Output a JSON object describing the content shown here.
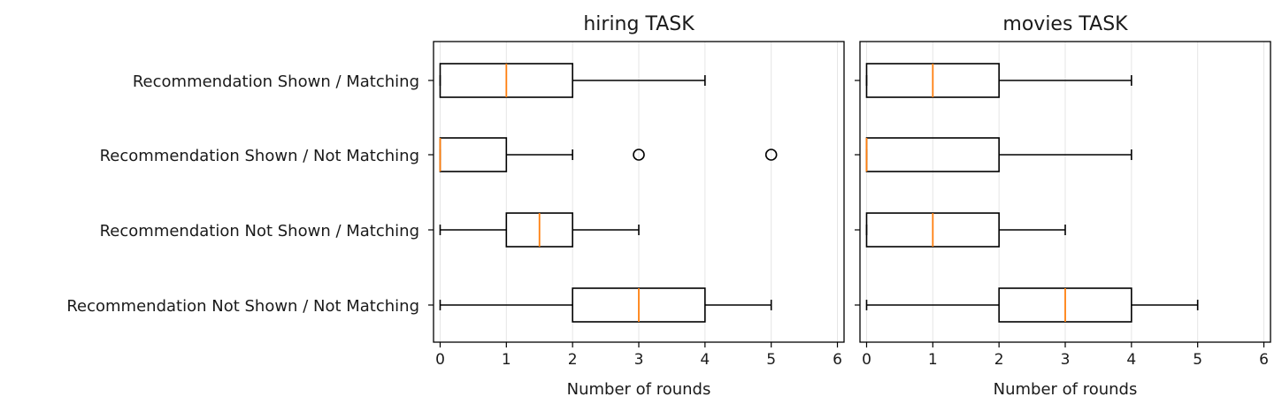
{
  "chart_data": {
    "type": "boxplot",
    "orientation": "horizontal",
    "categories": [
      "Recommendation Shown / Matching",
      "Recommendation Shown / Not Matching",
      "Recommendation Not Shown / Matching",
      "Recommendation Not Shown / Not Matching"
    ],
    "xlim": [
      -0.1,
      6.1
    ],
    "xticks": [
      "0",
      "1",
      "2",
      "3",
      "4",
      "5",
      "6"
    ],
    "grid": "vertical",
    "colors": {
      "box": "#000000",
      "median": "#ff7f0e",
      "grid": "#e6e6e6"
    },
    "panels": [
      {
        "title": "hiring TASK",
        "xlabel": "Number of rounds",
        "boxes": [
          {
            "whislo": 0,
            "q1": 0,
            "med": 1,
            "q3": 2,
            "whishi": 4,
            "fliers": []
          },
          {
            "whislo": 0,
            "q1": 0,
            "med": 0,
            "q3": 1,
            "whishi": 2,
            "fliers": [
              3,
              5
            ]
          },
          {
            "whislo": 0,
            "q1": 1,
            "med": 1.5,
            "q3": 2,
            "whishi": 3,
            "fliers": []
          },
          {
            "whislo": 0,
            "q1": 2,
            "med": 3,
            "q3": 4,
            "whishi": 5,
            "fliers": []
          }
        ]
      },
      {
        "title": "movies TASK",
        "xlabel": "Number of rounds",
        "boxes": [
          {
            "whislo": 0,
            "q1": 0,
            "med": 1,
            "q3": 2,
            "whishi": 4,
            "fliers": []
          },
          {
            "whislo": 0,
            "q1": 0,
            "med": 0,
            "q3": 2,
            "whishi": 4,
            "fliers": []
          },
          {
            "whislo": 0,
            "q1": 0,
            "med": 1,
            "q3": 2,
            "whishi": 3,
            "fliers": []
          },
          {
            "whislo": 0,
            "q1": 2,
            "med": 3,
            "q3": 4,
            "whishi": 5,
            "fliers": []
          }
        ]
      }
    ]
  }
}
